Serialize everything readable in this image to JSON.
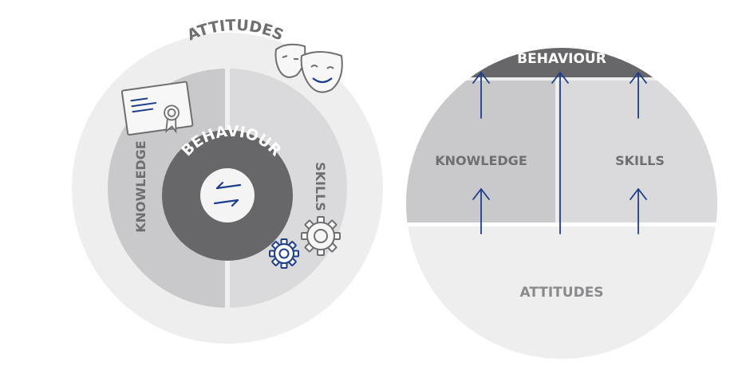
{
  "left_diagram": {
    "outer_label": "ATTITUDES",
    "left_label": "KNOWLEDGE",
    "right_label": "SKILLS",
    "center_label": "BEHAVIOUR",
    "icons": [
      "certificate-icon",
      "theatre-masks-icon",
      "gears-icon",
      "exchange-arrows-icon"
    ]
  },
  "right_diagram": {
    "top_label": "BEHAVIOUR",
    "left_label": "KNOWLEDGE",
    "right_label": "SKILLS",
    "bottom_label": "ATTITUDES",
    "icons": [
      "up-arrow-icon"
    ]
  },
  "colors": {
    "outer_ring": "#eeeeef",
    "knowledge": "#c9c9cb",
    "skills": "#dadadc",
    "behaviour": "#67676a",
    "center": "#f4f4f5",
    "accent_blue": "#1d3e8a",
    "label_grey": "#6f6f72"
  }
}
